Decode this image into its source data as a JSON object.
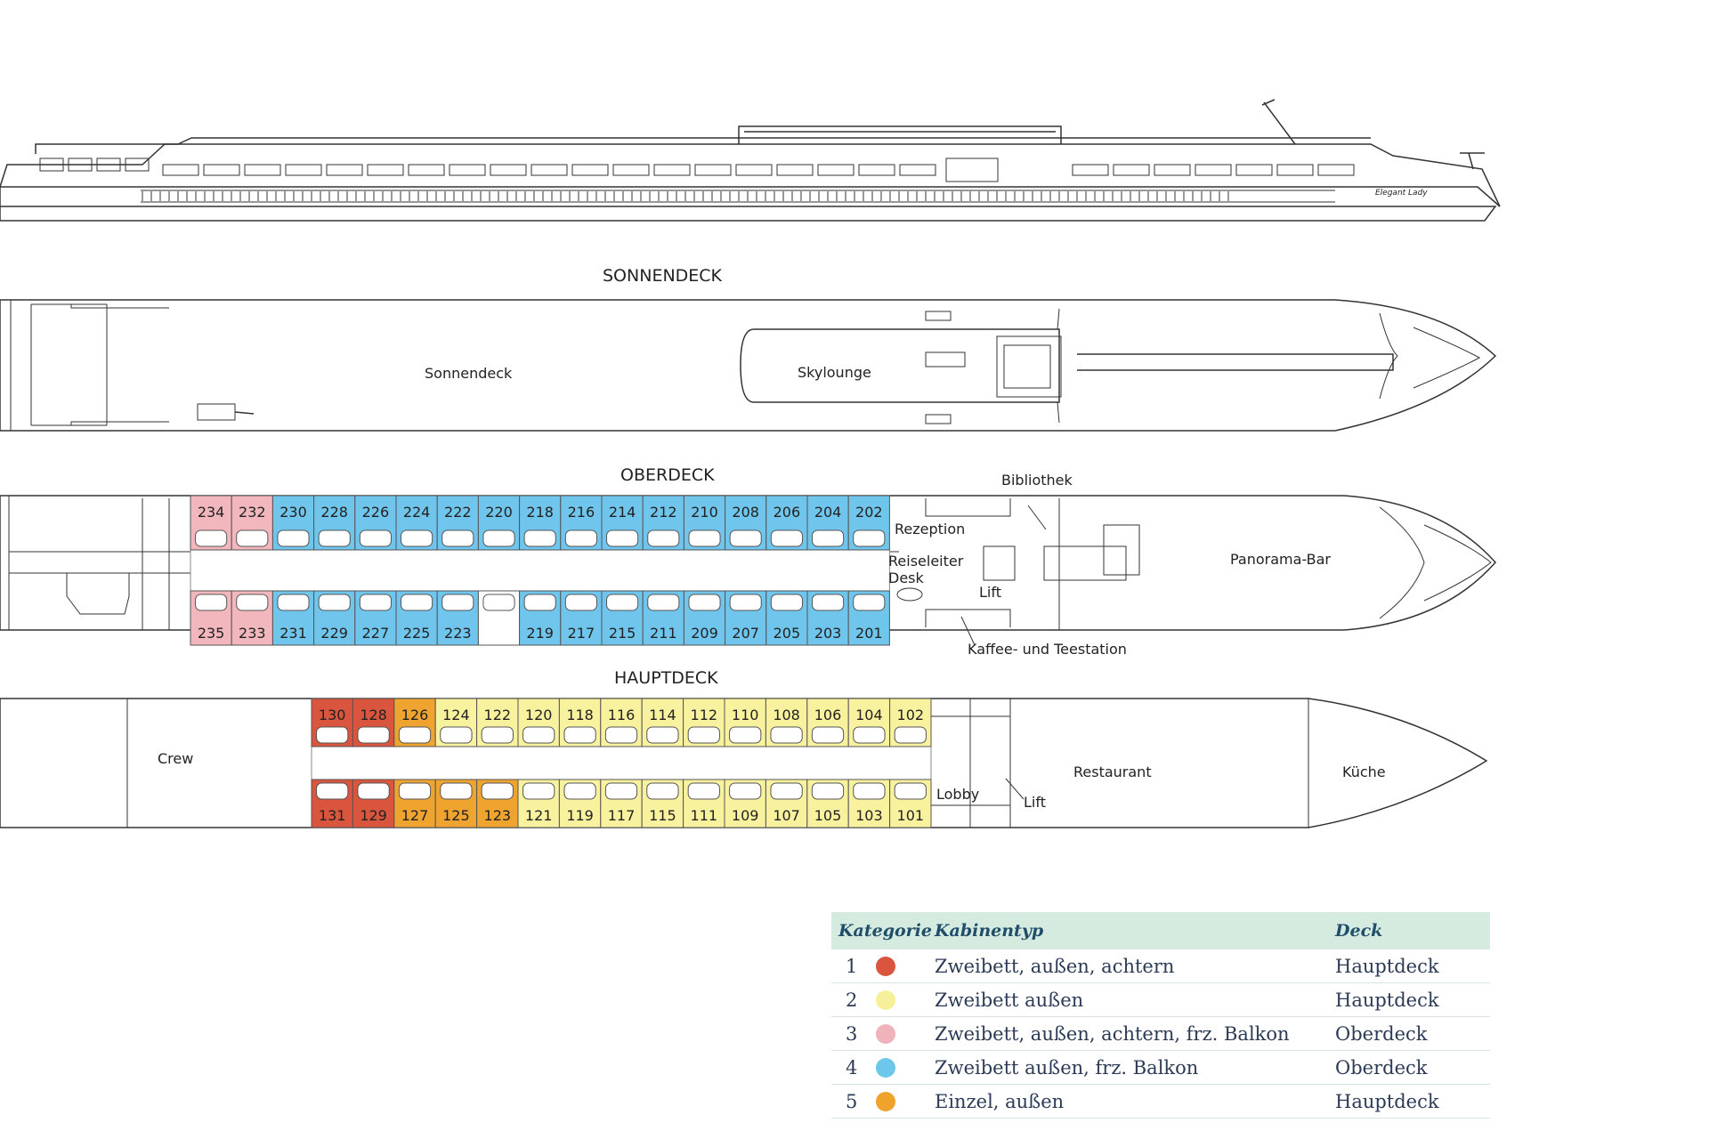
{
  "ship_name": "Elegant Lady",
  "decks": {
    "sonnendeck": {
      "title": "SONNENDECK",
      "areas": [
        "Sonnendeck",
        "Skylounge"
      ]
    },
    "oberdeck": {
      "title": "OBERDECK",
      "areas": [
        "Bibliothek",
        "Rezeption",
        "Reiseleiter",
        "Desk",
        "Lift",
        "Panorama-Bar",
        "Kaffee- und Teestation"
      ],
      "top_row": [
        {
          "n": "234",
          "cat": 3
        },
        {
          "n": "232",
          "cat": 3
        },
        {
          "n": "230",
          "cat": 4
        },
        {
          "n": "228",
          "cat": 4
        },
        {
          "n": "226",
          "cat": 4
        },
        {
          "n": "224",
          "cat": 4
        },
        {
          "n": "222",
          "cat": 4
        },
        {
          "n": "220",
          "cat": 4
        },
        {
          "n": "218",
          "cat": 4
        },
        {
          "n": "216",
          "cat": 4
        },
        {
          "n": "214",
          "cat": 4
        },
        {
          "n": "212",
          "cat": 4
        },
        {
          "n": "210",
          "cat": 4
        },
        {
          "n": "208",
          "cat": 4
        },
        {
          "n": "206",
          "cat": 4
        },
        {
          "n": "204",
          "cat": 4
        },
        {
          "n": "202",
          "cat": 4
        }
      ],
      "bottom_row": [
        {
          "n": "235",
          "cat": 3
        },
        {
          "n": "233",
          "cat": 3
        },
        {
          "n": "231",
          "cat": 4
        },
        {
          "n": "229",
          "cat": 4
        },
        {
          "n": "227",
          "cat": 4
        },
        {
          "n": "225",
          "cat": 4
        },
        {
          "n": "223",
          "cat": 4
        },
        {
          "n": "",
          "cat": 0
        },
        {
          "n": "219",
          "cat": 4
        },
        {
          "n": "217",
          "cat": 4
        },
        {
          "n": "215",
          "cat": 4
        },
        {
          "n": "211",
          "cat": 4
        },
        {
          "n": "209",
          "cat": 4
        },
        {
          "n": "207",
          "cat": 4
        },
        {
          "n": "205",
          "cat": 4
        },
        {
          "n": "203",
          "cat": 4
        },
        {
          "n": "201",
          "cat": 4
        }
      ]
    },
    "hauptdeck": {
      "title": "HAUPTDECK",
      "areas": [
        "Crew",
        "Lobby",
        "Lift",
        "Restaurant",
        "Küche"
      ],
      "top_row": [
        {
          "n": "130",
          "cat": 1
        },
        {
          "n": "128",
          "cat": 1
        },
        {
          "n": "126",
          "cat": 5
        },
        {
          "n": "124",
          "cat": 2
        },
        {
          "n": "122",
          "cat": 2
        },
        {
          "n": "120",
          "cat": 2
        },
        {
          "n": "118",
          "cat": 2
        },
        {
          "n": "116",
          "cat": 2
        },
        {
          "n": "114",
          "cat": 2
        },
        {
          "n": "112",
          "cat": 2
        },
        {
          "n": "110",
          "cat": 2
        },
        {
          "n": "108",
          "cat": 2
        },
        {
          "n": "106",
          "cat": 2
        },
        {
          "n": "104",
          "cat": 2
        },
        {
          "n": "102",
          "cat": 2
        }
      ],
      "bottom_row": [
        {
          "n": "131",
          "cat": 1
        },
        {
          "n": "129",
          "cat": 1
        },
        {
          "n": "127",
          "cat": 5
        },
        {
          "n": "125",
          "cat": 5
        },
        {
          "n": "123",
          "cat": 5
        },
        {
          "n": "121",
          "cat": 2
        },
        {
          "n": "119",
          "cat": 2
        },
        {
          "n": "117",
          "cat": 2
        },
        {
          "n": "115",
          "cat": 2
        },
        {
          "n": "111",
          "cat": 2
        },
        {
          "n": "109",
          "cat": 2
        },
        {
          "n": "107",
          "cat": 2
        },
        {
          "n": "105",
          "cat": 2
        },
        {
          "n": "103",
          "cat": 2
        },
        {
          "n": "101",
          "cat": 2
        }
      ]
    }
  },
  "legend": {
    "headers": {
      "category": "Kategorie",
      "cabin_type": "Kabinentyp",
      "deck": "Deck"
    },
    "rows": [
      {
        "cat": "1",
        "color": "#d9553d",
        "type": "Zweibett, außen, achtern",
        "deck": "Hauptdeck"
      },
      {
        "cat": "2",
        "color": "#f7f09a",
        "type": "Zweibett außen",
        "deck": "Hauptdeck"
      },
      {
        "cat": "3",
        "color": "#f1b3bb",
        "type": "Zweibett, außen, achtern, frz. Balkon",
        "deck": "Oberdeck"
      },
      {
        "cat": "4",
        "color": "#6cc7ea",
        "type": "Zweibett außen, frz. Balkon",
        "deck": "Oberdeck"
      },
      {
        "cat": "5",
        "color": "#f0a32c",
        "type": "Einzel, außen",
        "deck": "Hauptdeck"
      }
    ]
  },
  "colors": {
    "1": "#d9553d",
    "2": "#f8f29e",
    "3": "#f2b6bd",
    "4": "#6fc5ec",
    "5": "#f0a430"
  }
}
